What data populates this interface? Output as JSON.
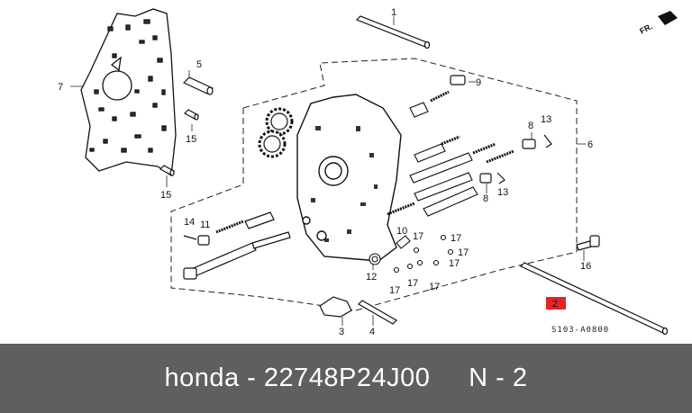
{
  "banner": {
    "text": "honda - 22748P24J00     N - 2"
  },
  "diagram": {
    "direction_label": "FR.",
    "drawing_code": "S103-A0800",
    "highlight_color": "#e8202a",
    "callouts": [
      {
        "id": "c1",
        "text": "1"
      },
      {
        "id": "c2",
        "text": "2",
        "highlighted": true
      },
      {
        "id": "c3",
        "text": "3"
      },
      {
        "id": "c4",
        "text": "4"
      },
      {
        "id": "c5",
        "text": "5"
      },
      {
        "id": "c6",
        "text": "6"
      },
      {
        "id": "c7",
        "text": "7"
      },
      {
        "id": "c8a",
        "text": "8"
      },
      {
        "id": "c8b",
        "text": "8"
      },
      {
        "id": "c9",
        "text": "9"
      },
      {
        "id": "c10",
        "text": "10"
      },
      {
        "id": "c11",
        "text": "11"
      },
      {
        "id": "c12",
        "text": "12"
      },
      {
        "id": "c13a",
        "text": "13"
      },
      {
        "id": "c13b",
        "text": "13"
      },
      {
        "id": "c14",
        "text": "14"
      },
      {
        "id": "c15a",
        "text": "15"
      },
      {
        "id": "c15b",
        "text": "15"
      },
      {
        "id": "c16",
        "text": "16"
      },
      {
        "id": "c17a",
        "text": "17"
      },
      {
        "id": "c17b",
        "text": "17"
      },
      {
        "id": "c17c",
        "text": "17"
      },
      {
        "id": "c17d",
        "text": "17"
      },
      {
        "id": "c17e",
        "text": "17"
      },
      {
        "id": "c17f",
        "text": "17"
      },
      {
        "id": "c17g",
        "text": "17"
      }
    ]
  }
}
